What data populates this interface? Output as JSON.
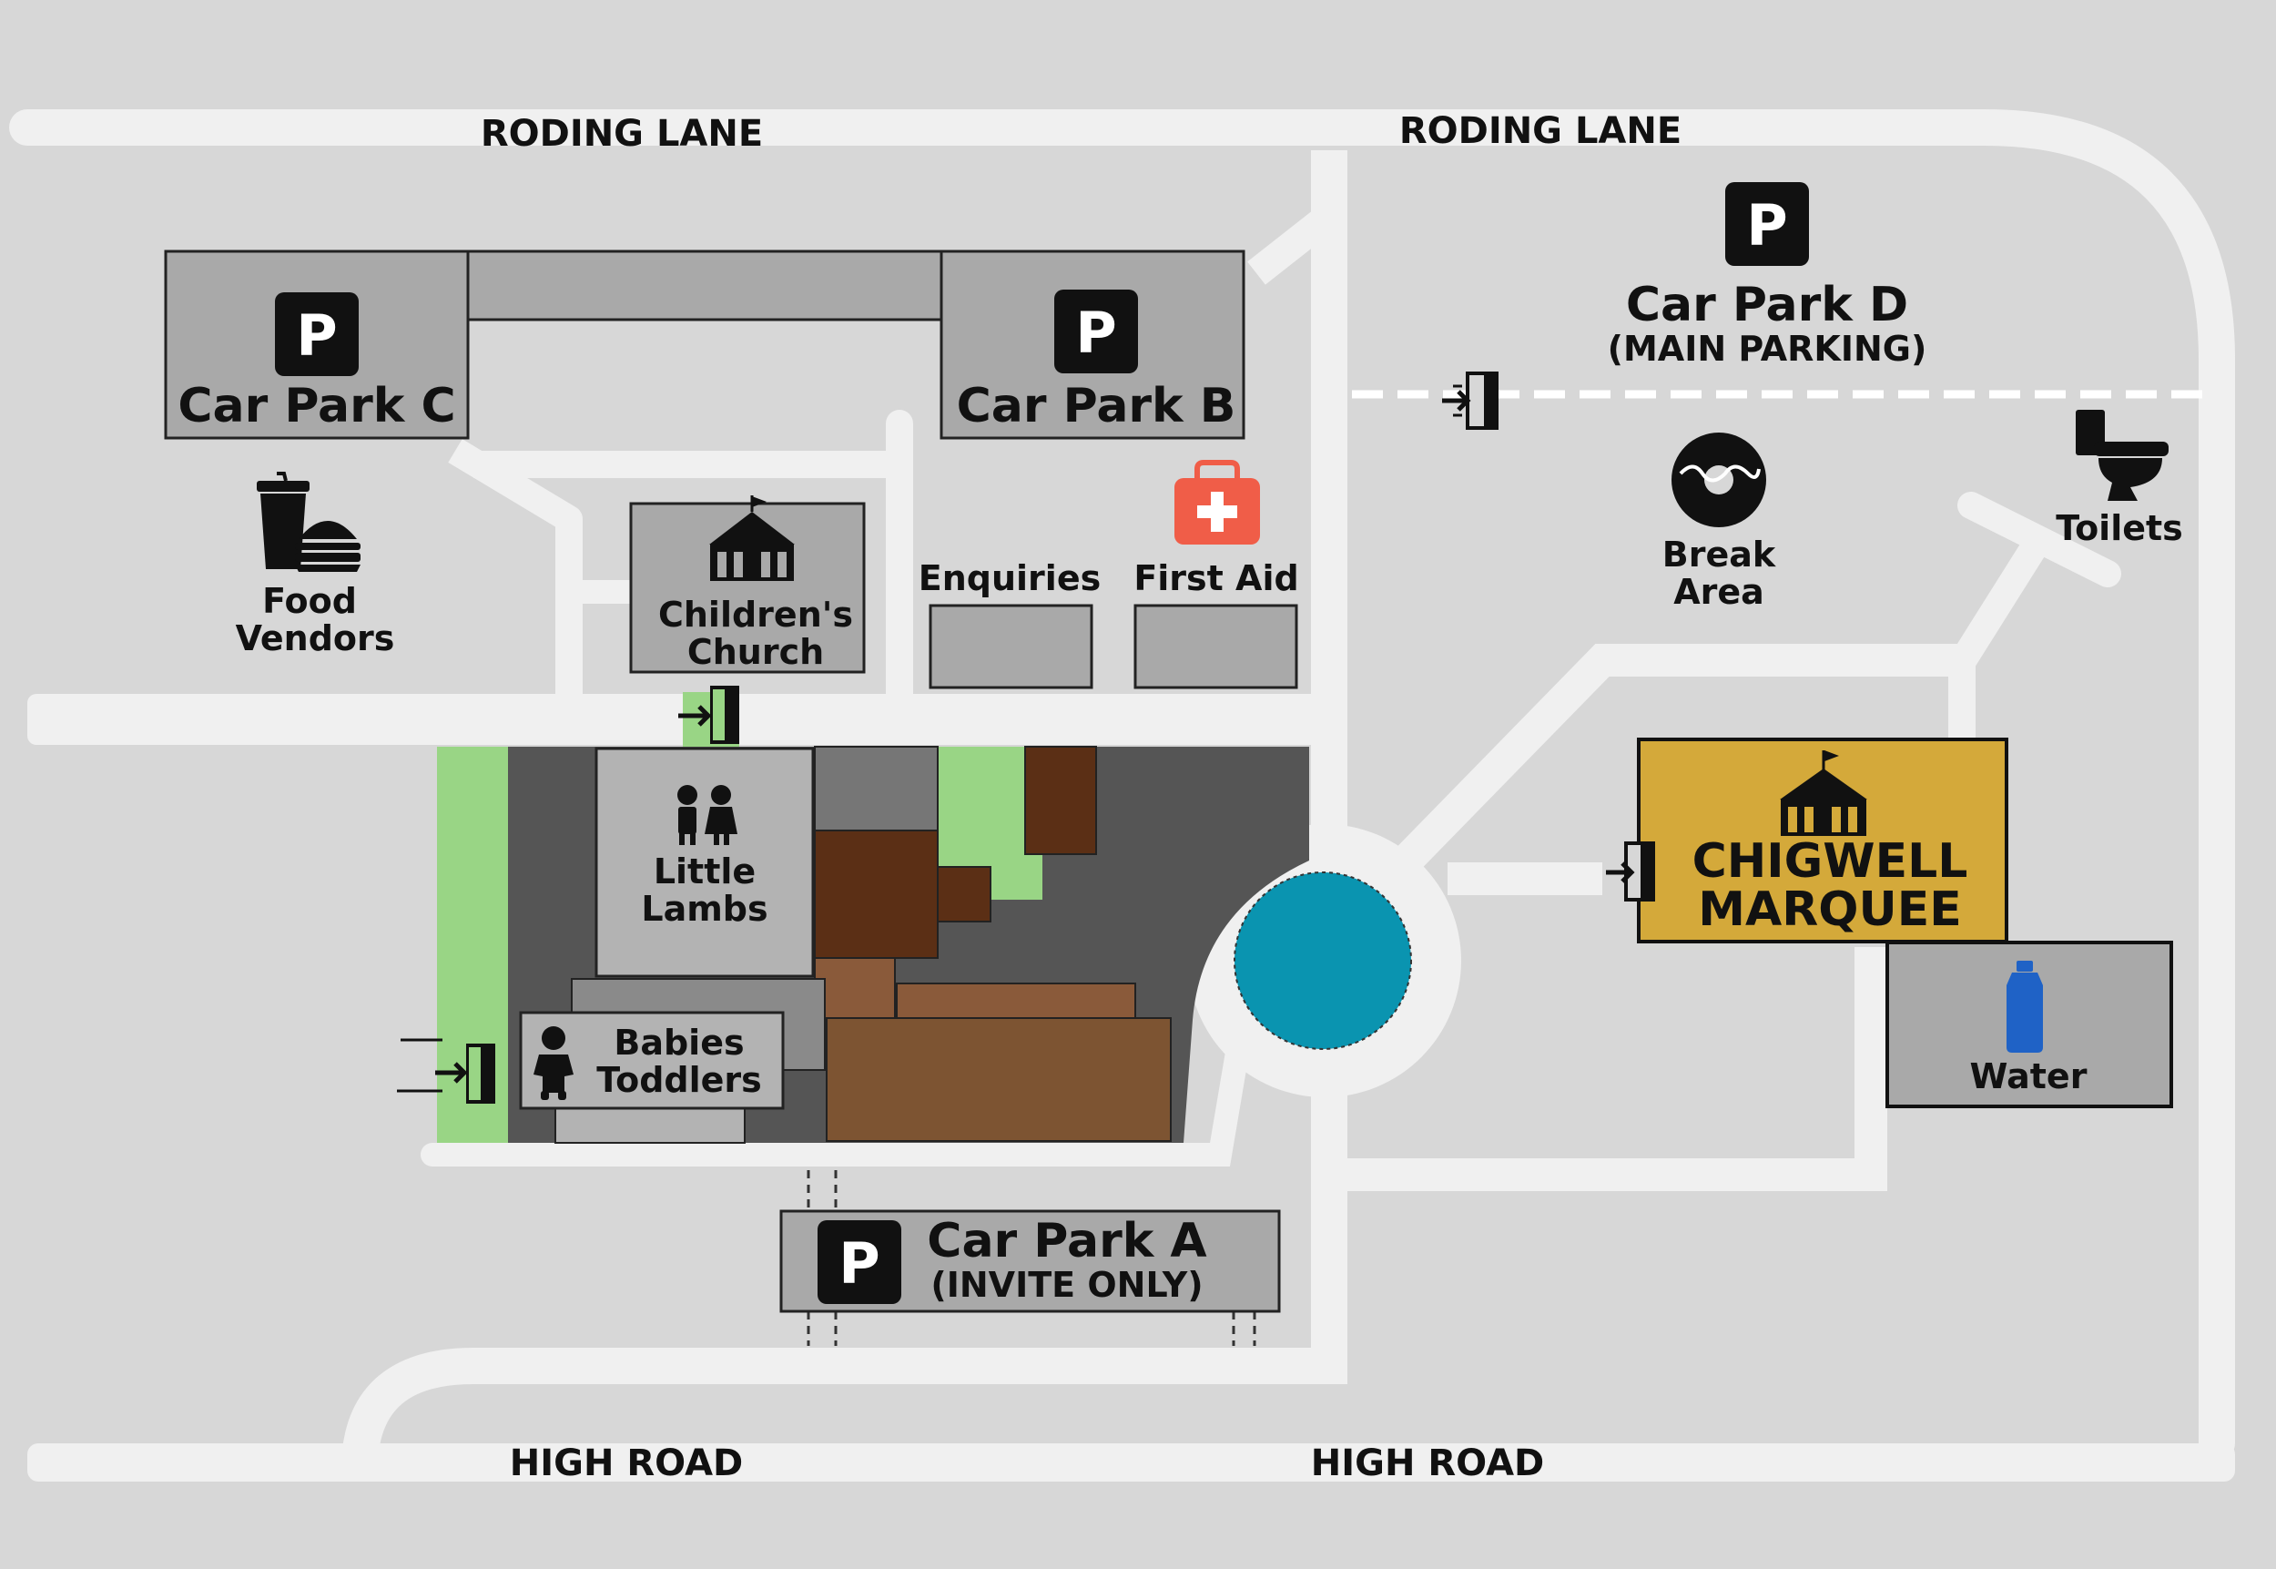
{
  "roads": {
    "north_west": "RODING LANE",
    "north_east": "RODING LANE",
    "south_west": "HIGH ROAD",
    "south_east": "HIGH ROAD"
  },
  "parking": {
    "a": {
      "name": "Car Park A",
      "note": "(INVITE ONLY)"
    },
    "b": {
      "name": "Car Park B"
    },
    "c": {
      "name": "Car Park C"
    },
    "d": {
      "name": "Car Park D",
      "note": "(MAIN PARKING)"
    },
    "icon_letter": "P"
  },
  "places": {
    "food_line1": "Food",
    "food_line2": "Vendors",
    "childrens_line1": "Children's",
    "childrens_line2": "Church",
    "enquiries": "Enquiries",
    "first_aid": "First Aid",
    "little_lambs_line1": "Little",
    "little_lambs_line2": "Lambs",
    "babies_line1": "Babies",
    "babies_line2": "Toddlers",
    "break_line1": "Break",
    "break_line2": "Area",
    "toilets": "Toilets",
    "marquee_line1": "CHIGWELL",
    "marquee_line2": "MARQUEE",
    "water": "Water"
  },
  "icons": [
    "parking-icon",
    "food-icon",
    "tent-icon",
    "first-aid-icon",
    "entrance-icon",
    "children-icon",
    "baby-icon",
    "donut-icon",
    "toilet-icon",
    "water-bottle-icon"
  ],
  "colors": {
    "background": "#d7d7d7",
    "road": "#f0f0f0",
    "building": "#a9a9a9",
    "marquee": "#d4a93a",
    "lawn": "#99d585",
    "pond": "#0a94b0",
    "first_aid": "#f05d48",
    "water_bottle": "#1f62c6"
  }
}
